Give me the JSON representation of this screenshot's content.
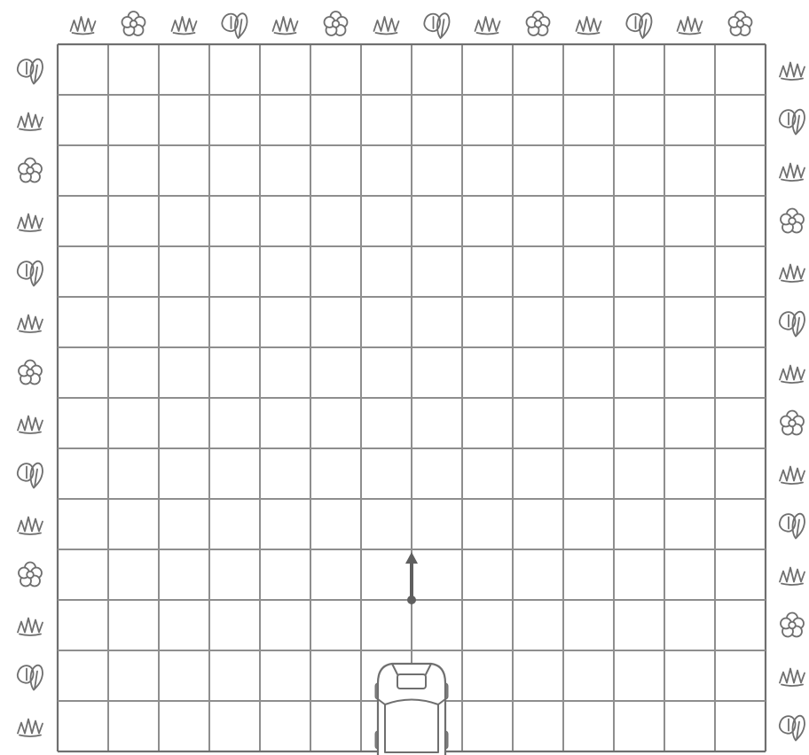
{
  "board": {
    "columns": 14,
    "rows": 14
  },
  "decorations": {
    "top": [
      "grass",
      "flower",
      "grass",
      "leaf",
      "grass",
      "flower",
      "grass",
      "leaf",
      "grass",
      "flower",
      "grass",
      "leaf",
      "grass",
      "flower"
    ],
    "left": [
      "leaf",
      "grass",
      "flower",
      "grass",
      "leaf",
      "grass",
      "flower",
      "grass",
      "leaf",
      "grass",
      "flower",
      "grass",
      "leaf",
      "grass"
    ],
    "right": [
      "grass",
      "leaf",
      "grass",
      "flower",
      "grass",
      "leaf",
      "grass",
      "flower",
      "grass",
      "leaf",
      "grass",
      "flower",
      "grass",
      "leaf"
    ]
  },
  "car": {
    "column": 7,
    "row": 13,
    "facing": "up"
  },
  "arrow": {
    "direction": "up"
  },
  "colors": {
    "grid": "#8e8e8e",
    "border": "#6f6f6f",
    "icon": "#6f6f6f",
    "arrow": "#5f5f5f",
    "background": "#ffffff"
  }
}
